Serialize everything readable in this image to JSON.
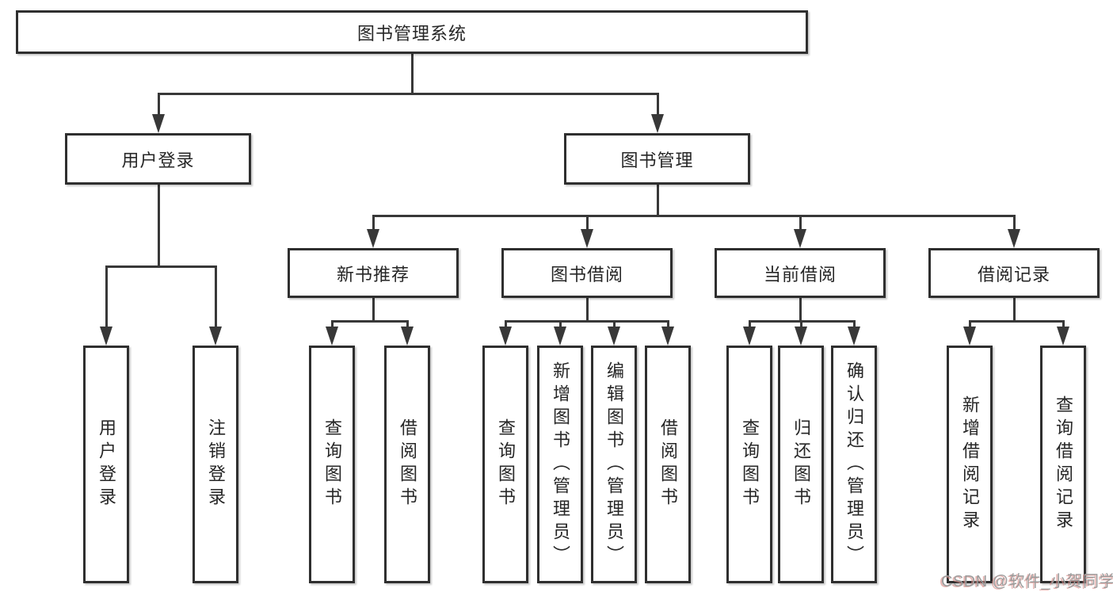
{
  "colors": {
    "line": "#383838",
    "box_border": "#2f2f2f",
    "text": "#262626",
    "watermark_gray": "#9c9c9c",
    "watermark_red": "#d98a85"
  },
  "tree": {
    "label": "图书管理系统",
    "children": [
      {
        "label": "用户登录",
        "children": [
          {
            "label": "用户登录"
          },
          {
            "label": "注销登录"
          }
        ]
      },
      {
        "label": "图书管理",
        "children": [
          {
            "label": "新书推荐",
            "children": [
              {
                "label": "查询图书"
              },
              {
                "label": "借阅图书"
              }
            ]
          },
          {
            "label": "图书借阅",
            "children": [
              {
                "label": "查询图书"
              },
              {
                "label": "新增图书（管理员）"
              },
              {
                "label": "编辑图书（管理员）"
              },
              {
                "label": "借阅图书"
              }
            ]
          },
          {
            "label": "当前借阅",
            "children": [
              {
                "label": "查询图书"
              },
              {
                "label": "归还图书"
              },
              {
                "label": "确认归还（管理员）"
              }
            ]
          },
          {
            "label": "借阅记录",
            "children": [
              {
                "label": "新增借阅记录"
              },
              {
                "label": "查询借阅记录"
              }
            ]
          }
        ]
      }
    ]
  },
  "watermark": {
    "text": "CSDN @软件_小贺同学"
  }
}
